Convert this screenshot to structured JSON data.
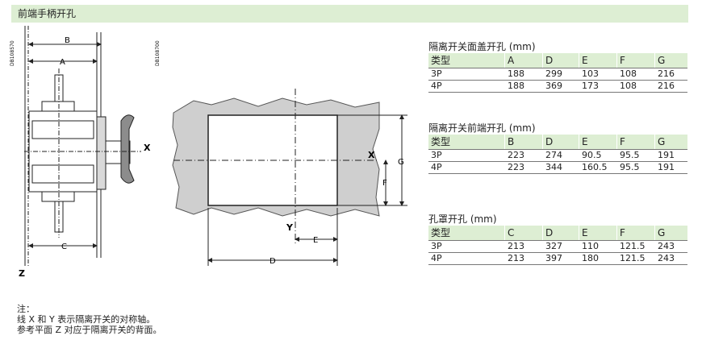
{
  "title": "前端手柄开孔",
  "drawing_ids": [
    "DB108570",
    "DB108700"
  ],
  "left_labels": {
    "b": "B",
    "a": "A",
    "c": "C",
    "x": "X",
    "z": "Z"
  },
  "right_labels": {
    "x": "X",
    "y": "Y",
    "g": "G",
    "f": "F",
    "e": "E",
    "d": "D"
  },
  "tables": [
    {
      "title": "隔离开关面盖开孔 (mm)",
      "headers": [
        "类型",
        "A",
        "D",
        "E",
        "F",
        "G"
      ],
      "rows": [
        [
          "3P",
          "188",
          "299",
          "103",
          "108",
          "216"
        ],
        [
          "4P",
          "188",
          "369",
          "173",
          "108",
          "216"
        ]
      ]
    },
    {
      "title": "隔离开关前端开孔 (mm)",
      "headers": [
        "类型",
        "B",
        "D",
        "E",
        "F",
        "G"
      ],
      "rows": [
        [
          "3P",
          "223",
          "274",
          "90.5",
          "95.5",
          "191"
        ],
        [
          "4P",
          "223",
          "344",
          "160.5",
          "95.5",
          "191"
        ]
      ]
    },
    {
      "title": "孔罩开孔 (mm)",
      "headers": [
        "类型",
        "C",
        "D",
        "E",
        "F",
        "G"
      ],
      "rows": [
        [
          "3P",
          "213",
          "327",
          "110",
          "121.5",
          "243"
        ],
        [
          "4P",
          "213",
          "397",
          "180",
          "121.5",
          "243"
        ]
      ]
    }
  ],
  "notes": {
    "heading": "注：",
    "line1": "线 X 和 Y 表示隔离开关的对称轴。",
    "line2": "参考平面 Z 对应于隔离开关的背面。"
  }
}
